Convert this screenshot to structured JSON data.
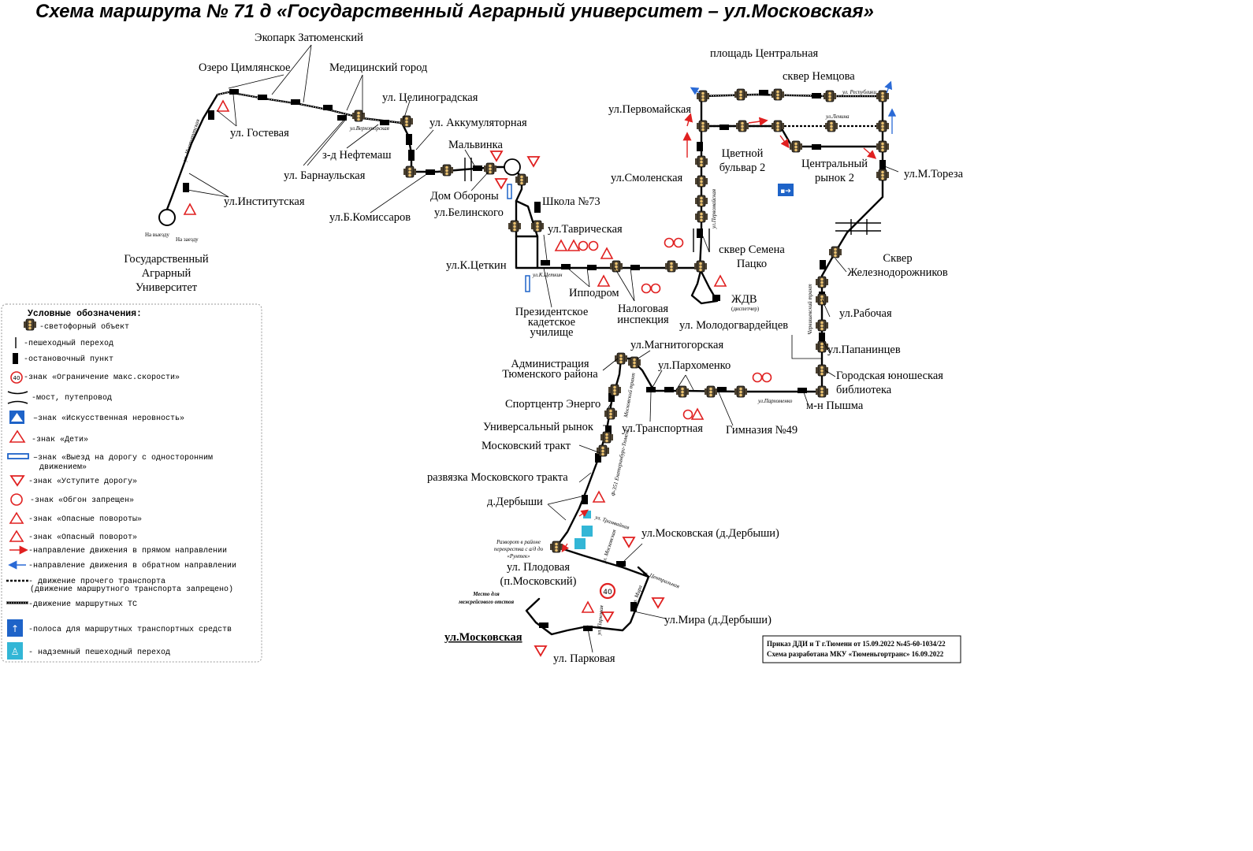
{
  "title": "Схема маршрута № 71 д «Государственный Аграрный университет – ул.Московская»",
  "stops": {
    "ekopark": "Экопарк Затюменский",
    "ozero": "Озеро Цимлянское",
    "medgorod": "Медицинский город",
    "tselinograd": "ул. Целиноградская",
    "gostevaya": "ул. Гостевая",
    "akkum": "ул. Аккумуляторная",
    "neftemash": "з-д Нефтемаш",
    "malvinka": "Мальвинка",
    "barnaul": "ул. Барнаульская",
    "institut": "ул.Институтская",
    "dom_oborony": "Дом Обороны",
    "shkola73": "Школа №73",
    "komissarov": "ул.Б.Комиссаров",
    "belinsky": "ул.Белинского",
    "tavrich": "ул.Таврическая",
    "agrar_1": "Государственный",
    "agrar_2": "Аграрный",
    "agrar_3": "Университет",
    "tsetkin": "ул.К.Цеткин",
    "ippodrom": "Ипподром",
    "prez_1": "Президентское",
    "prez_2": "кадетское",
    "prez_3": "училище",
    "nalog_1": "Налоговая",
    "nalog_2": "инспекция",
    "ploshad": "площадь Центральная",
    "nemtsov": "сквер Немцова",
    "pervomay": "ул.Первомайская",
    "tsvetnoy_1": "Цветной",
    "tsvetnoy_2": "бульвар 2",
    "rynok_1": "Центральный",
    "rynok_2": "рынок 2",
    "toreza": "ул.М.Тореза",
    "smolensk": "ул.Смоленская",
    "patsko_1": "сквер Семена",
    "patsko_2": "Пацко",
    "zhdv": "ЖДВ",
    "zhdv_sub": "(диспетчер)",
    "zhel_1": "Сквер",
    "zhel_2": "Железнодорожников",
    "molodgvard": "ул. Молодогвардейцев",
    "rabochaya": "ул.Рабочая",
    "papanin": "ул.Папанинцев",
    "bibl_1": "Городская юношеская",
    "bibl_2": "библиотека",
    "pyshma": "м-н Пышма",
    "magnitog": "ул.Магнитогорская",
    "admin_1": "Администрация",
    "admin_2": "Тюменского района",
    "parkhom": "ул.Пархоменко",
    "energo": "Спортцентр Энерго",
    "transport": "ул.Транспортная",
    "gimn49": "Гимназия №49",
    "univ_rynok": "Универсальный рынок",
    "mosk_trakt": "Московский тракт",
    "razvyazka": "развязка Московского тракта",
    "derbyshi": "д.Дербыши",
    "moskov_derb": "ул.Московская (д.Дербыши)",
    "plodovaya_1": "ул. Плодовая",
    "plodovaya_2": "(п.Московский)",
    "mira": "ул.Мира (д.Дербыши)",
    "moskovskaya_end": "ул.Московская",
    "parkovaya": "ул. Парковая"
  },
  "street_labels": {
    "institut_st": "ул. Институтская",
    "na_vyezdu": "На выезду",
    "na_zaezdu": "На заезду",
    "verkhoturskaya": "ул.Верхоторская",
    "k_tsetkin_st": "ул.К.Цеткин",
    "respublika": "ул. Республики",
    "lenina": "ул.Ленина",
    "pervomay_st": "ул.Первомайская",
    "chervishev": "Червишевский тракт",
    "parkhom_st": "ул.Пархоменко",
    "moskov_trakt_st": "Московский тракт",
    "ekaterinburg": "Ф-351 Екатеринбург-Тюмень",
    "tramvaynaya": "ул. Трамвайная",
    "moskovskaya_st": "ул. Московская",
    "tsentralnaya": "ул. Центральная",
    "mira_st": "ул. Мира",
    "parkovaya_st": "ул. Парковая",
    "mesto_1": "Место для",
    "mesto_2": "межрейсового отстоя",
    "razvorot_1": "Разворот в районе",
    "razvorot_2": "перекрестка с а/д до",
    "razvorot_3": "«Рунтек»"
  },
  "legend": {
    "title": "Условные обозначения:",
    "items": [
      "-светофорный объект",
      "-пешеходный переход",
      "-остановочный пункт",
      "-знак «Ограничение макс.скорости»",
      "-мост, путепровод",
      "–знак «Искусственная неровность»",
      "-знак «Дети»",
      "–знак «Выезд на дорогу с односторонним",
      "движением»",
      "-знак «Уступите дорогу»",
      "-знак «Обгон запрещен»",
      "-знак «Опасные повороты»",
      "-знак «Опасный поворот»",
      "-направление движения в прямом направлении",
      "-направление движения в обратном направлении",
      "- движение прочего транспорта",
      "(движение маршрутного транспорта запрещено)",
      "-движение маршрутных ТС",
      "-полоса для маршрутных транспортных средств",
      "- надземный пешеходный переход"
    ],
    "speed_value": "40"
  },
  "speed_sign": "40",
  "note": {
    "line1": "Приказ ДДИ и Т г.Тюмени от 15.09.2022 №45-60-1034/22",
    "line2": "Схема разработана МКУ «Тюменьгортранс» 16.09.2022"
  },
  "colors": {
    "route": "#000000",
    "sign_red": "#e02020",
    "arrow_blue": "#2a6ad6",
    "lane_blue": "#1e63c8",
    "bus_lane_cyan": "#33b6d6"
  }
}
